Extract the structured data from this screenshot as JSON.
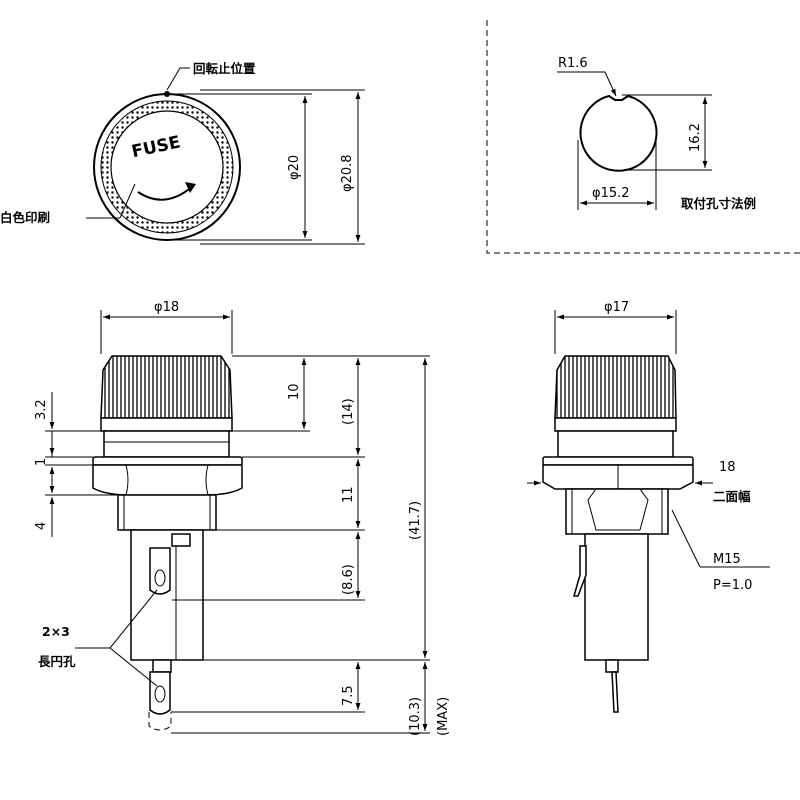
{
  "top_view": {
    "rotation_stop": "回転止位置",
    "white_print": "白色印刷",
    "fuse_text": "FUSE",
    "dia_20": "φ20",
    "dia_20_8": "φ20.8"
  },
  "mounting_hole": {
    "radius": "R1.6",
    "height": "16.2",
    "width": "φ15.2",
    "caption": "取付孔寸法例"
  },
  "front_view": {
    "dia_18": "φ18",
    "d_3_2": "3.2",
    "d_1": "1",
    "d_4": "4",
    "d_10": "10",
    "d_14": "(14)",
    "d_11": "11",
    "d_8_6": "(8.6)",
    "d_41_7": "(41.7)",
    "d_7_5": "7.5",
    "d_10_3": "(10.3)",
    "d_max": "(MAX)",
    "slot_size": "2×3",
    "slot_label": "長円孔"
  },
  "side_view": {
    "dia_17": "φ17",
    "flat_18": "18",
    "flat_label": "二面幅",
    "thread": "M15",
    "pitch": "P=1.0"
  }
}
